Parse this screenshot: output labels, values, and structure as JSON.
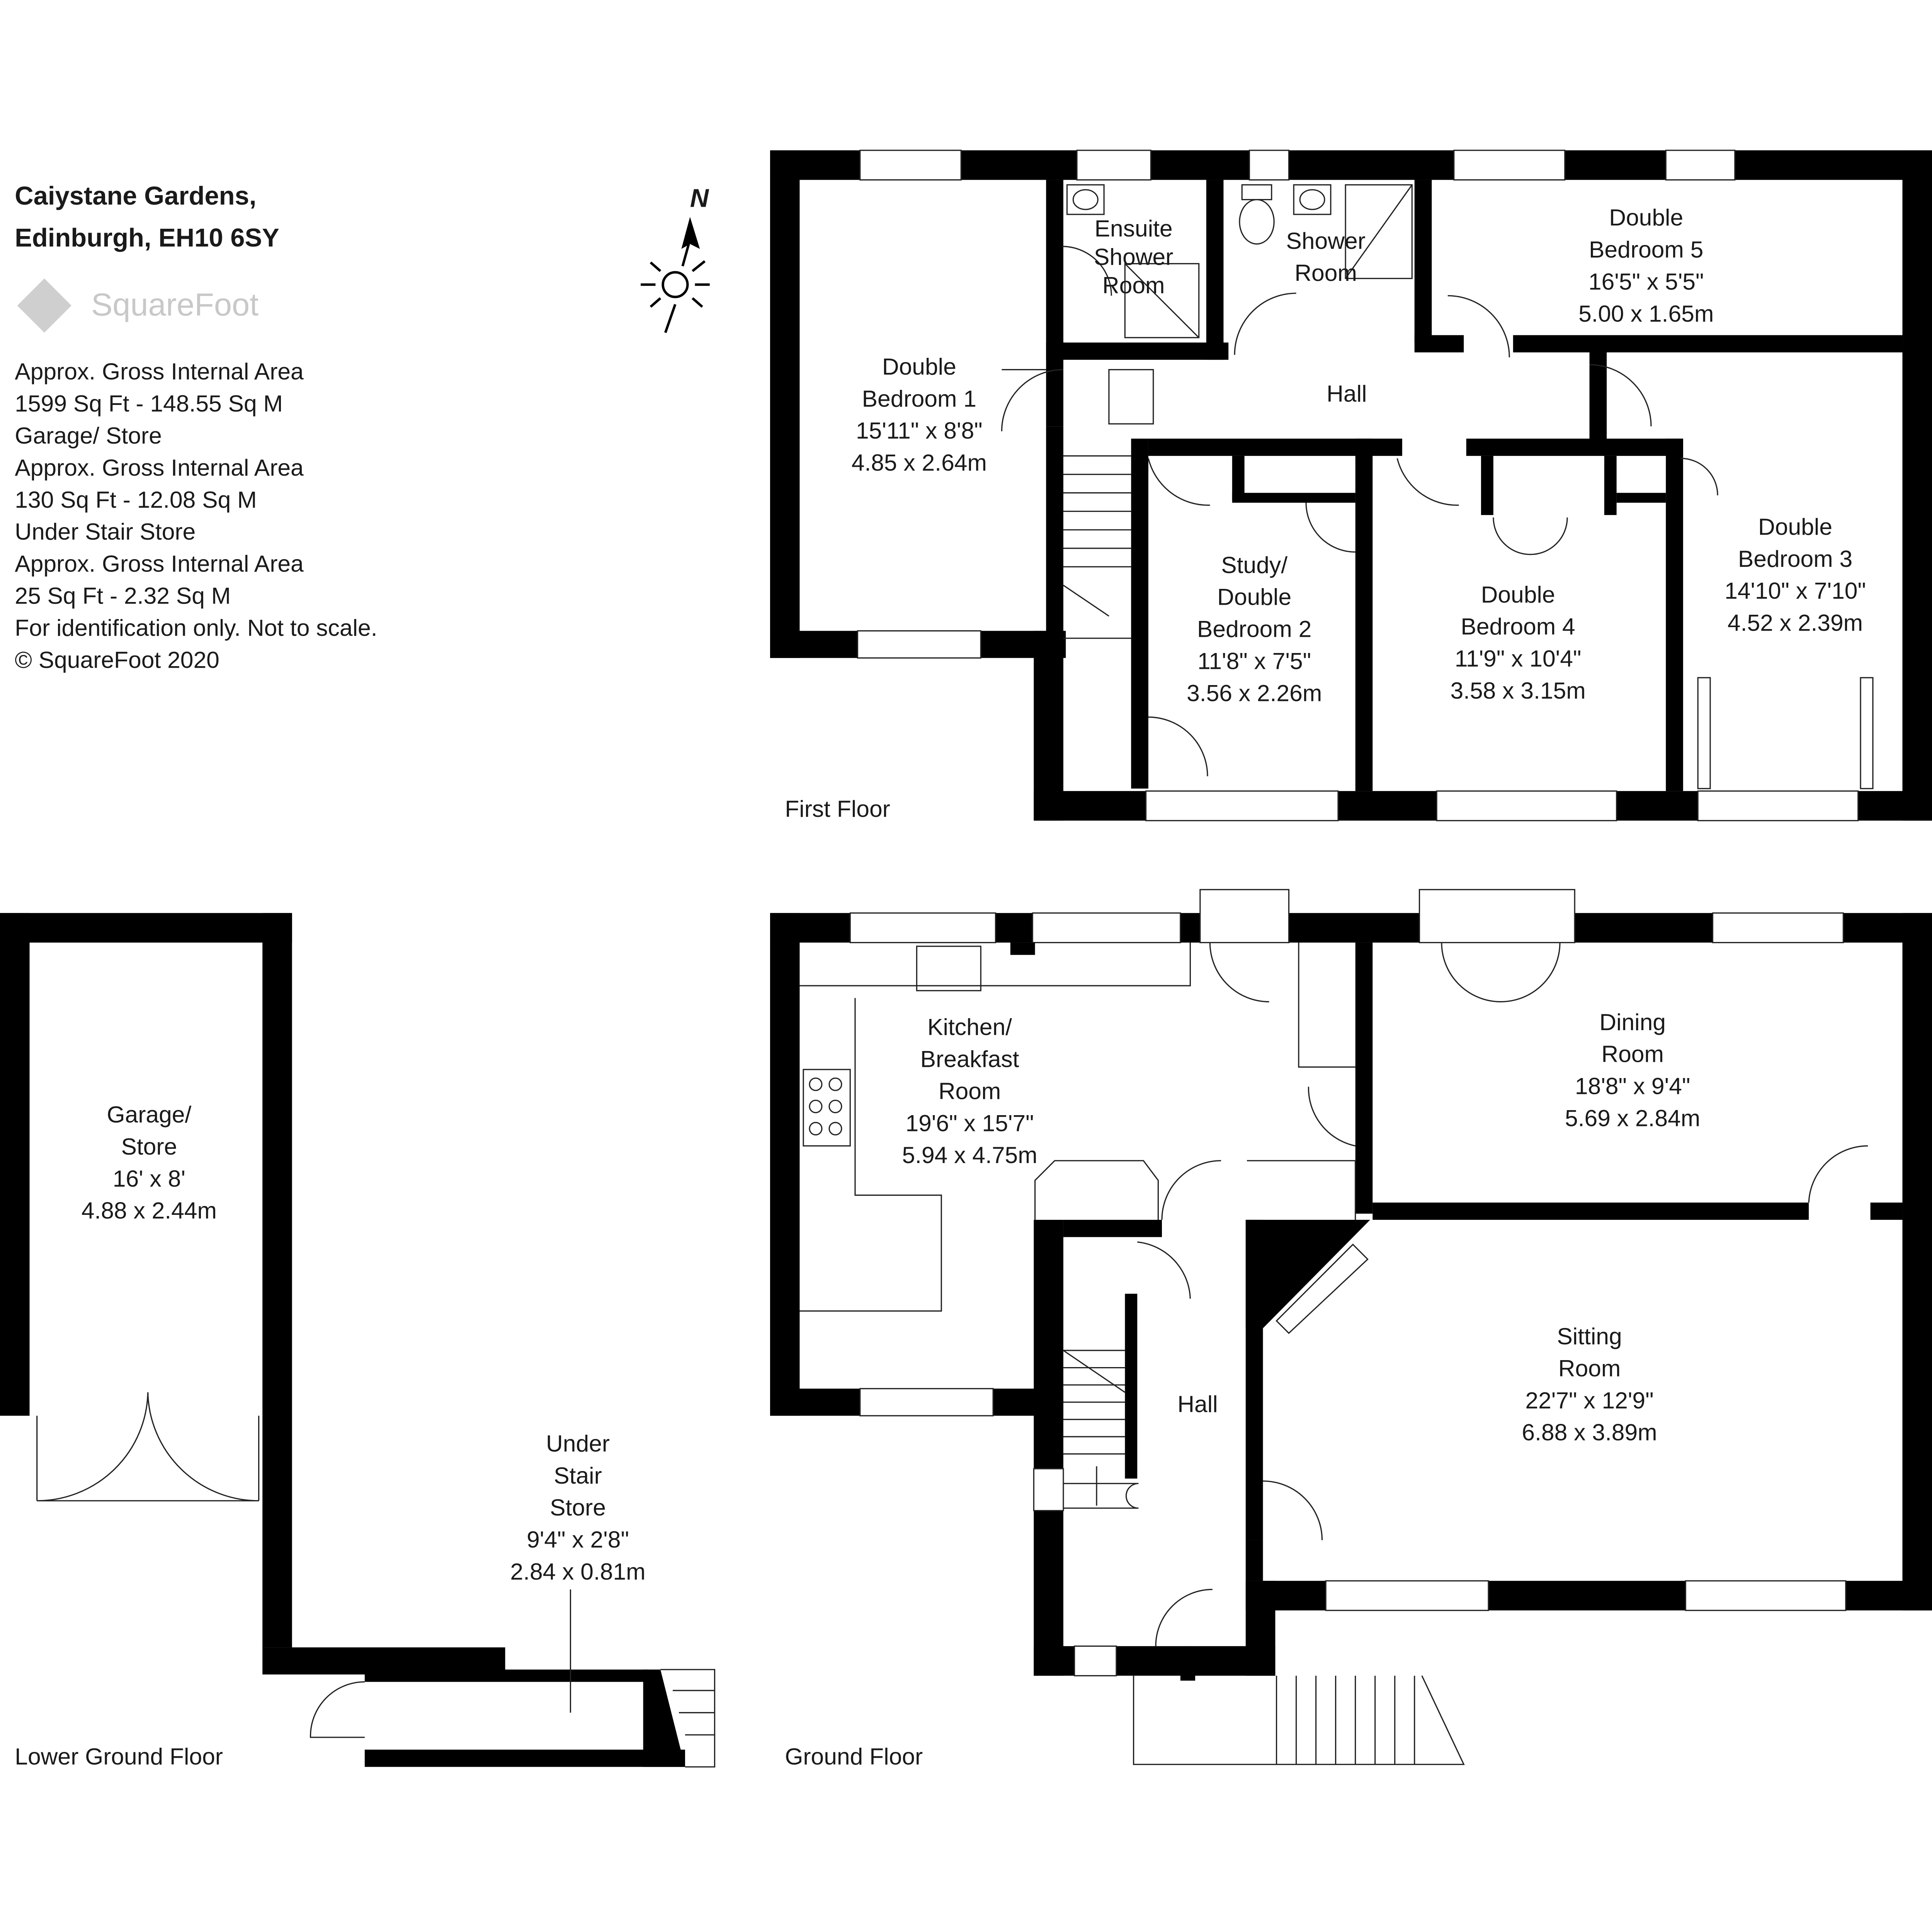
{
  "header": {
    "address_line1": "Caiystane Gardens,",
    "address_line2": "Edinburgh, EH10 6SY"
  },
  "brand": {
    "name": "SquareFoot"
  },
  "compass": {
    "north_label": "N"
  },
  "info_lines": [
    "Approx. Gross Internal Area",
    "1599 Sq Ft  -  148.55 Sq M",
    "Garage/ Store",
    "Approx. Gross Internal Area",
    "130 Sq Ft  -  12.08 Sq M",
    "Under Stair Store",
    "Approx. Gross Internal Area",
    "25 Sq Ft  -  2.32 Sq M",
    "For identification only. Not to scale.",
    "© SquareFoot 2020"
  ],
  "floors": {
    "first": "First Floor",
    "ground": "Ground Floor",
    "lower": "Lower Ground Floor"
  },
  "rooms": {
    "double_bedroom_1": [
      "Double",
      "Bedroom 1",
      "15'11\" x 8'8\"",
      "4.85 x 2.64m"
    ],
    "ensuite_shower_room": [
      "Ensuite",
      "Shower",
      "Room"
    ],
    "shower_room": [
      "Shower",
      "Room"
    ],
    "double_bedroom_5": [
      "Double",
      "Bedroom 5",
      "16'5\" x 5'5\"",
      "5.00 x 1.65m"
    ],
    "first_hall": [
      "Hall"
    ],
    "study_double_bedroom_2": [
      "Study/",
      "Double",
      "Bedroom 2",
      "11'8\" x 7'5\"",
      "3.56 x 2.26m"
    ],
    "double_bedroom_4": [
      "Double",
      "Bedroom 4",
      "11'9\" x 10'4\"",
      "3.58 x 3.15m"
    ],
    "double_bedroom_3": [
      "Double",
      "Bedroom 3",
      "14'10\" x 7'10\"",
      "4.52 x 2.39m"
    ],
    "kitchen": [
      "Kitchen/",
      "Breakfast",
      "Room",
      "19'6\" x 15'7\"",
      "5.94 x 4.75m"
    ],
    "dining_room": [
      "Dining",
      "Room",
      "18'8\" x 9'4\"",
      "5.69 x 2.84m"
    ],
    "ground_hall": [
      "Hall"
    ],
    "sitting_room": [
      "Sitting",
      "Room",
      "22'7\" x 12'9\"",
      "6.88 x 3.89m"
    ],
    "garage_store": [
      "Garage/",
      "Store",
      "16' x 8'",
      "4.88 x 2.44m"
    ],
    "under_stair_store": [
      "Under",
      "Stair",
      "Store",
      "9'4\" x 2'8\"",
      "2.84 x 0.81m"
    ]
  }
}
